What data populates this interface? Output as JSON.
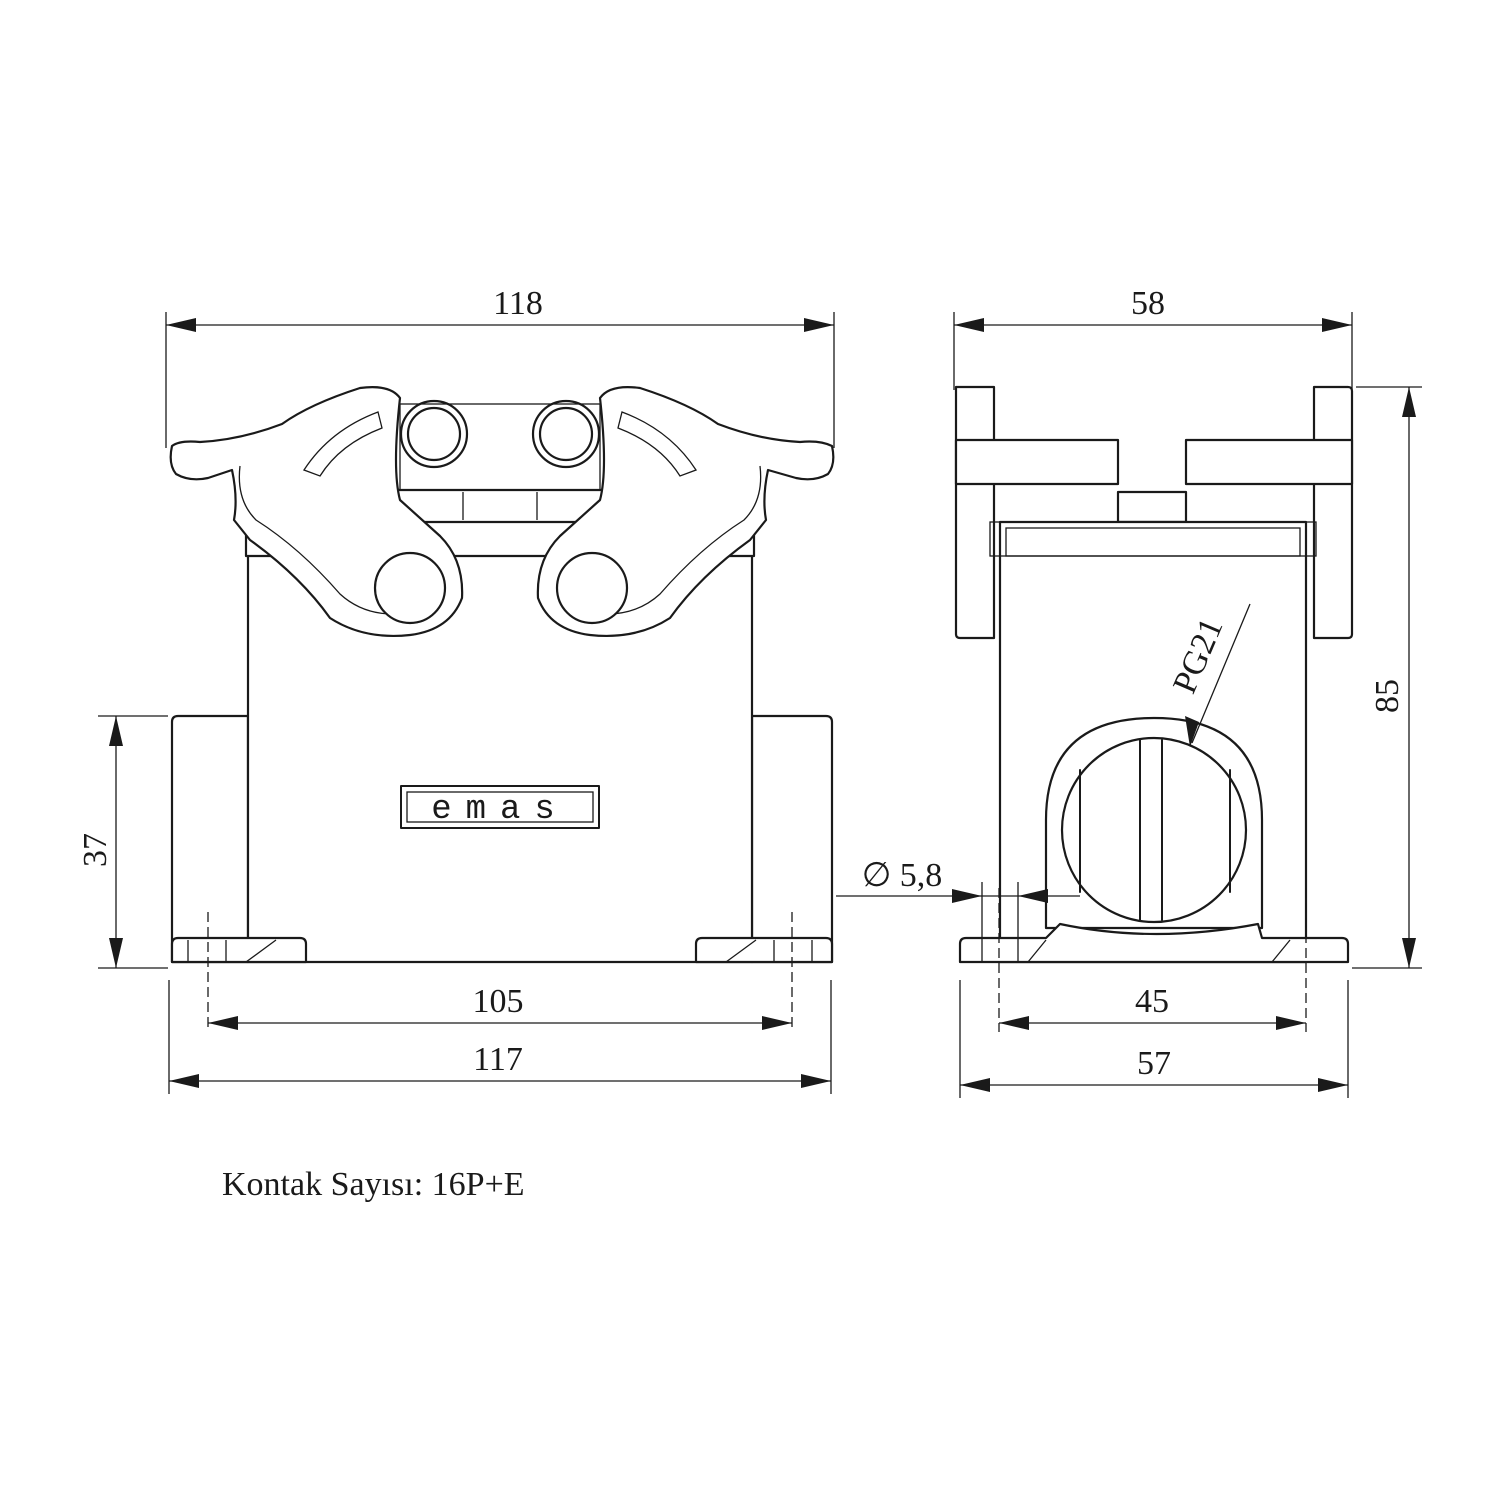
{
  "front_view": {
    "dim_overall_top": "118",
    "dim_height_side": "37",
    "dim_hole_spacing": "105",
    "dim_base_width": "117",
    "logo_text": "emas"
  },
  "side_view": {
    "dim_overall_top": "58",
    "dim_height": "85",
    "dim_hole_diameter": "∅ 5,8",
    "dim_thread": "PG21",
    "dim_hole_spacing": "45",
    "dim_base_width": "57"
  },
  "caption": "Kontak Sayısı: 16P+E"
}
